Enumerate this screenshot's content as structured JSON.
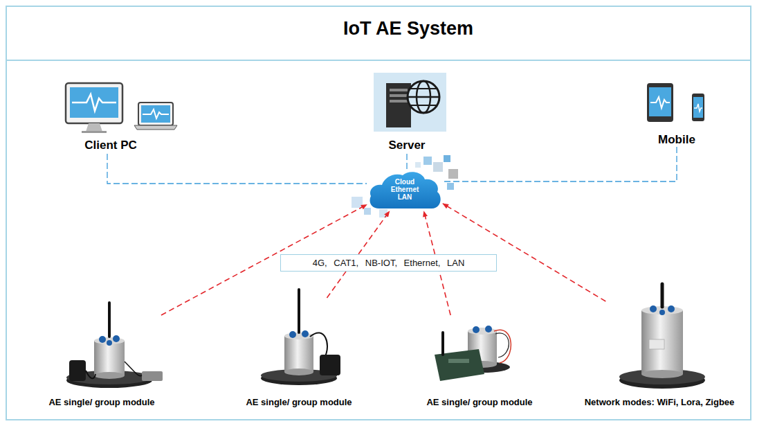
{
  "diagram": {
    "title": "IoT AE System",
    "nodes": [
      {
        "text": [
          "Client PC"
        ]
      },
      {
        "text": [
          "Server"
        ]
      },
      {
        "text": [
          "Mobile"
        ]
      },
      {
        "text": [
          "Cloud Ethernet LAN"
        ]
      },
      {
        "text": [
          "AE single/ group module"
        ]
      },
      {
        "text": [
          "AE single/ group module"
        ]
      },
      {
        "text": [
          "AE single/ group module"
        ]
      },
      {
        "text": [
          "Network modes: WiFi, Lora, Zigbee"
        ]
      }
    ],
    "edges": [
      {
        "from": 0,
        "to": 3,
        "arrow": "none"
      },
      {
        "from": 1,
        "to": 3,
        "arrow": "none"
      },
      {
        "from": 2,
        "to": 3,
        "arrow": "none"
      },
      {
        "from": 4,
        "to": 3,
        "arrow": "to"
      },
      {
        "from": 5,
        "to": 3,
        "arrow": "to"
      },
      {
        "from": 6,
        "to": 3,
        "arrow": "to"
      },
      {
        "from": 7,
        "to": 3,
        "arrow": "to"
      }
    ],
    "labels": [
      "4G, CAT1, NB-IOT, Ethernet, LAN"
    ]
  }
}
